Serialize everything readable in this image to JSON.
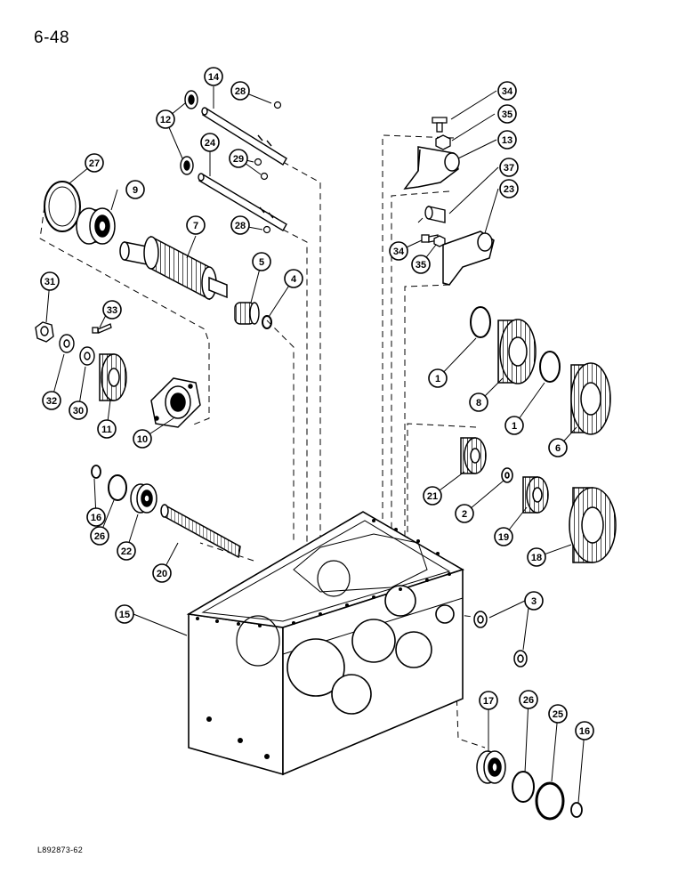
{
  "page_label": "6-48",
  "figure_code": "L892873-62",
  "callouts": [
    "14",
    "28",
    "34",
    "12",
    "35",
    "13",
    "24",
    "29",
    "27",
    "9",
    "37",
    "23",
    "28",
    "7",
    "34",
    "35",
    "5",
    "4",
    "31",
    "33",
    "1",
    "32",
    "30",
    "11",
    "10",
    "8",
    "1",
    "6",
    "16",
    "26",
    "22",
    "21",
    "2",
    "19",
    "20",
    "18",
    "15",
    "3",
    "17",
    "26",
    "25",
    "16"
  ]
}
